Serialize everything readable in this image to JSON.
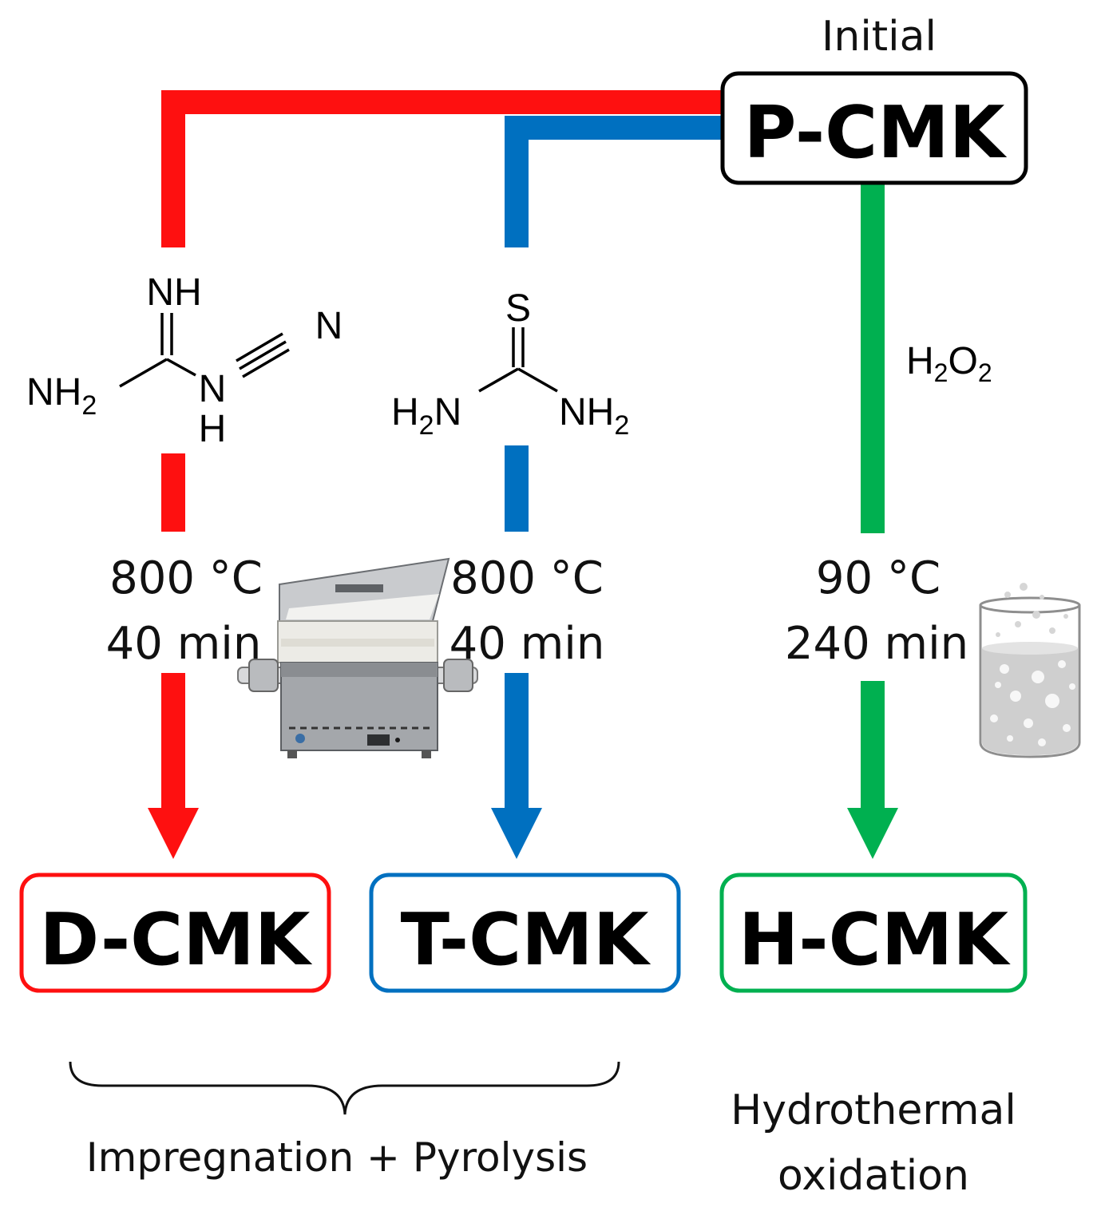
{
  "colors": {
    "dicyandiamide_route": "#fe1010",
    "thiourea_route": "#0070c0",
    "oxidation_route": "#00b050",
    "text": "#111111"
  },
  "initial": {
    "caption": "Initial",
    "box_label": "P-CMK"
  },
  "routes": [
    {
      "reagent_atoms": {
        "nh": "NH",
        "n_triple": "N",
        "nh2": "NH",
        "nh2_sub": "2",
        "n_h": "N",
        "h": "H"
      },
      "temperature": "800 °C",
      "time": "40 min",
      "product": "D-CMK"
    },
    {
      "reagent_atoms": {
        "s": "S",
        "h2n_h": "H",
        "h2n_sub": "2",
        "h2n_n": "N",
        "nh2": "NH",
        "nh2_sub": "2"
      },
      "temperature": "800 °C",
      "time": "40 min",
      "product": "T-CMK"
    },
    {
      "reagent": {
        "h": "H",
        "sub1": "2",
        "o": "O",
        "sub2": "2"
      },
      "temperature": "90 °C",
      "time": "240 min",
      "product": "H-CMK"
    }
  ],
  "captions": {
    "pyrolysis": "Impregnation + Pyrolysis",
    "hydrothermal_line1": "Hydrothermal",
    "hydrothermal_line2": "oxidation"
  },
  "icons": {
    "furnace": "tube-furnace-icon",
    "beaker": "beaker-bubbles-icon"
  }
}
